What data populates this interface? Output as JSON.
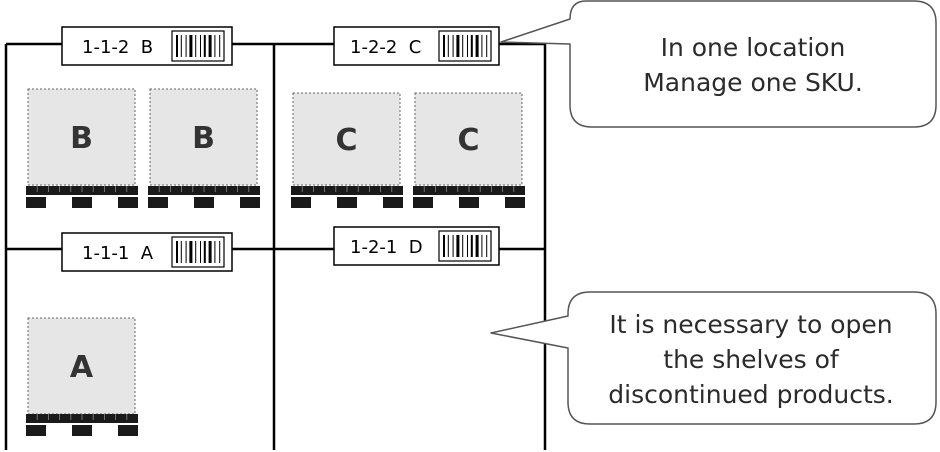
{
  "shelf": {
    "locations": [
      {
        "id": "1-1-2",
        "sku": "B",
        "tag": "1-1-2  B"
      },
      {
        "id": "1-2-2",
        "sku": "C",
        "tag": "1-2-2  C"
      },
      {
        "id": "1-1-1",
        "sku": "A",
        "tag": "1-1-1  A"
      },
      {
        "id": "1-2-1",
        "sku": "D",
        "tag": "1-2-1  D"
      }
    ],
    "boxes": [
      {
        "location": "1-1-2",
        "label": "B"
      },
      {
        "location": "1-1-2",
        "label": "B"
      },
      {
        "location": "1-2-2",
        "label": "C"
      },
      {
        "location": "1-2-2",
        "label": "C"
      },
      {
        "location": "1-1-1",
        "label": "A"
      }
    ]
  },
  "callouts": {
    "top": {
      "lines": [
        "In one location",
        "Manage one SKU."
      ]
    },
    "bottom": {
      "lines": [
        "It is necessary to open",
        "the shelves of",
        "discontinued products."
      ]
    }
  },
  "colors": {
    "line": "#000000",
    "box_fill": "#e6e6e6",
    "box_text": "#333333",
    "callout_text": "#2b2b2b",
    "pallet": "#1a1a1a"
  }
}
